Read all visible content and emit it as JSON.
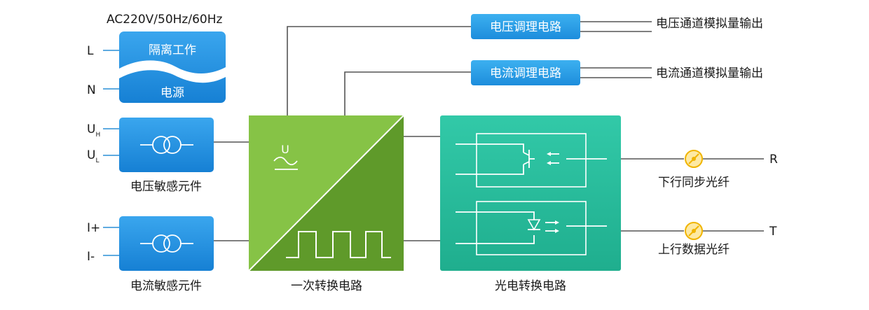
{
  "power": {
    "supply_label": "AC220V/50Hz/60Hz",
    "input_L": "L",
    "input_N": "N",
    "block_top": "隔离工作",
    "block_bottom": "电源"
  },
  "voltage_sensor": {
    "input_uh": "U",
    "input_uh_sub": "H",
    "input_ul": "U",
    "input_ul_sub": "L",
    "caption": "电压敏感元件"
  },
  "current_sensor": {
    "input_ip": "I+",
    "input_im": "I-",
    "caption": "电流敏感元件"
  },
  "primary": {
    "symbol": "U",
    "caption": "一次转换电路"
  },
  "conditioning": {
    "voltage_box": "电压调理电路",
    "voltage_output": "电压通道模拟量输出",
    "current_box": "电流调理电路",
    "current_output": "电流通道模拟量输出"
  },
  "optical": {
    "caption": "光电转换电路",
    "downlink_label": "下行同步光纤",
    "downlink_terminal": "R",
    "uplink_label": "上行数据光纤",
    "uplink_terminal": "T"
  },
  "colors": {
    "blue_block": "#1e8fe0",
    "green_block": "#7fbf3f",
    "teal_block": "#27bd9b",
    "connector_yellow": "#f5c400"
  }
}
